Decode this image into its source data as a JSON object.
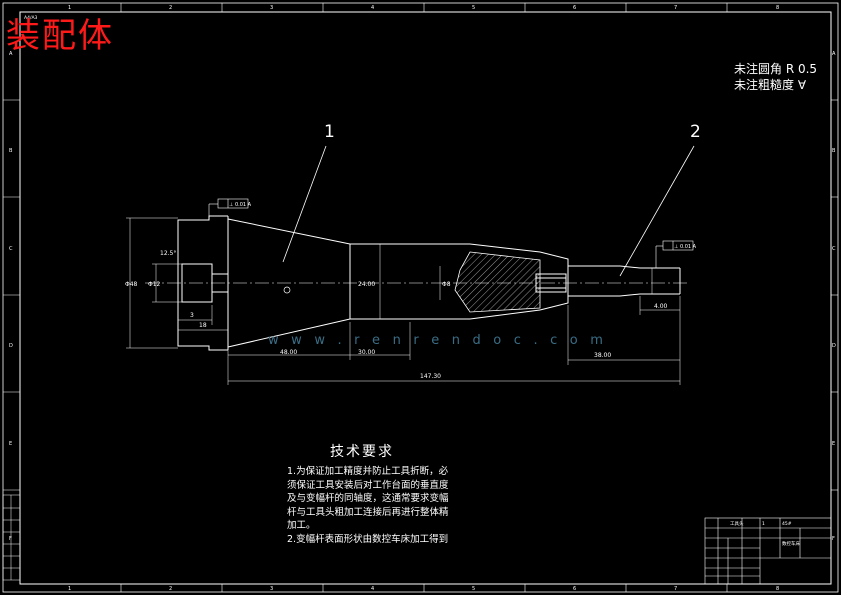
{
  "header": {
    "title_overlay": "装配体",
    "corner_mark": "A4/A3"
  },
  "notes": {
    "fillet": "未注圆角  R 0.5",
    "roughness": "未注粗糙度 ∀"
  },
  "balloons": [
    "1",
    "2"
  ],
  "dimensions": {
    "taper_angle": "12.5°",
    "dia_left_outer": "Φ48",
    "dia_left_inner": "Φ12",
    "len_3": "3",
    "len_18": "18",
    "len_48": "48.00",
    "len_30": "30.00",
    "dia_mid": "24.00",
    "dia_small": "Φ8",
    "len_right": "38.00",
    "len_4": "4.00",
    "total_len": "147.30"
  },
  "tolerance_frames": [
    "⊥ 0.01 A",
    "⊥ 0.01 A"
  ],
  "watermark": {
    "text": "w w w . r e n r e n d o c . c o m"
  },
  "technical_requirements": {
    "title": "技术要求",
    "items": [
      "1.为保证加工精度并防止工具折断，必须保证工具安装后对工作台面的垂直度及与变幅杆的同轴度，这通常要求变幅杆与工具头粗加工连接后再进行整体精加工。",
      "2.变幅杆表面形状由数控车床加工得到"
    ]
  },
  "border": {
    "top_numbers": [
      "1",
      "2",
      "3",
      "4",
      "5",
      "6",
      "7",
      "8"
    ],
    "side_letters": [
      "A",
      "B",
      "C",
      "D",
      "E",
      "F"
    ]
  },
  "title_block": {
    "cells": [
      "工具头",
      "",
      "1",
      "45#",
      "",
      "",
      "",
      "",
      "",
      "",
      "数控车床",
      "",
      "",
      "",
      "",
      "",
      ""
    ]
  }
}
